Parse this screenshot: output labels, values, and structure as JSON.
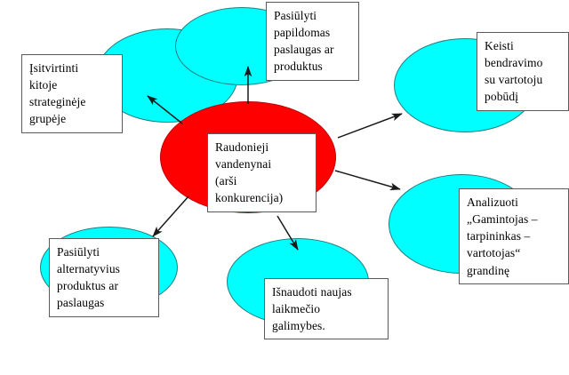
{
  "diagram": {
    "title": "Raudonieji vandenynai (arsi konkurencija) strategijos schema",
    "type": "radial-mind-map",
    "colors": {
      "center_fill": "#ff0000",
      "center_stroke": "#c00000",
      "branch_fill": "#00ffff",
      "branch_stroke": "#1f7f7f",
      "box_fill": "#ffffff",
      "box_stroke": "#5a5a5a",
      "arrow": "#1a1a1a",
      "background": "#ffffff"
    },
    "center": {
      "id": "center",
      "shape": "ellipse",
      "lines": [
        "Raudonieji",
        "vandenynai",
        "(arši",
        "konkurencija)"
      ],
      "text": "Raudonieji vandenynai (arši konkurencija)"
    },
    "branches": [
      {
        "id": "branch-top-center",
        "shape": "ellipse",
        "direction": "up",
        "lines": [
          "Pasiūlyti",
          "papildomas",
          "paslaugas ar",
          "produktus"
        ],
        "text": "Pasiūlyti papildomas paslaugas ar produktus"
      },
      {
        "id": "branch-top-left",
        "shape": "ellipse",
        "direction": "up-left",
        "lines": [
          "Įsitvirtinti",
          "kitoje",
          "strateginėje",
          "grupėje"
        ],
        "text": "Įsitvirtinti kitoje strateginėje grupėje"
      },
      {
        "id": "branch-top-right",
        "shape": "ellipse",
        "direction": "up-right",
        "lines": [
          "Keisti",
          "bendravimo",
          "su vartotoju",
          "pobūdį"
        ],
        "text": "Keisti bendravimo su vartotoju pobūdį"
      },
      {
        "id": "branch-right",
        "shape": "ellipse",
        "direction": "down-right",
        "lines": [
          "Analizuoti",
          "„Gamintojas –",
          "tarpininkas –",
          "vartotojas“",
          "grandinę"
        ],
        "text": "Analizuoti „Gamintojas – tarpininkas – vartotojas“ grandinę"
      },
      {
        "id": "branch-bottom-center",
        "shape": "ellipse",
        "direction": "down",
        "lines": [
          "Išnaudoti naujas",
          "laikmečio",
          "galimybes."
        ],
        "text": "Išnaudoti naujas laikmečio galimybes."
      },
      {
        "id": "branch-bottom-left",
        "shape": "ellipse",
        "direction": "down-left",
        "lines": [
          "Pasiūlyti",
          "alternatyvius",
          "produktus ar",
          "paslaugas"
        ],
        "text": "Pasiūlyti alternatyvius produktus ar paslaugas"
      }
    ],
    "connectors": [
      {
        "id": "arrow-to-top-center",
        "from": "center",
        "to": "branch-top-center",
        "style": "single-arrow"
      },
      {
        "id": "arrow-to-top-left",
        "from": "center",
        "to": "branch-top-left",
        "style": "single-arrow"
      },
      {
        "id": "arrow-to-top-right",
        "from": "center",
        "to": "branch-top-right",
        "style": "single-arrow"
      },
      {
        "id": "arrow-to-right",
        "from": "center",
        "to": "branch-right",
        "style": "single-arrow"
      },
      {
        "id": "arrow-to-bottom-center",
        "from": "center",
        "to": "branch-bottom-center",
        "style": "single-arrow"
      },
      {
        "id": "arrow-to-bottom-left",
        "from": "center",
        "to": "branch-bottom-left",
        "style": "single-arrow"
      }
    ]
  }
}
